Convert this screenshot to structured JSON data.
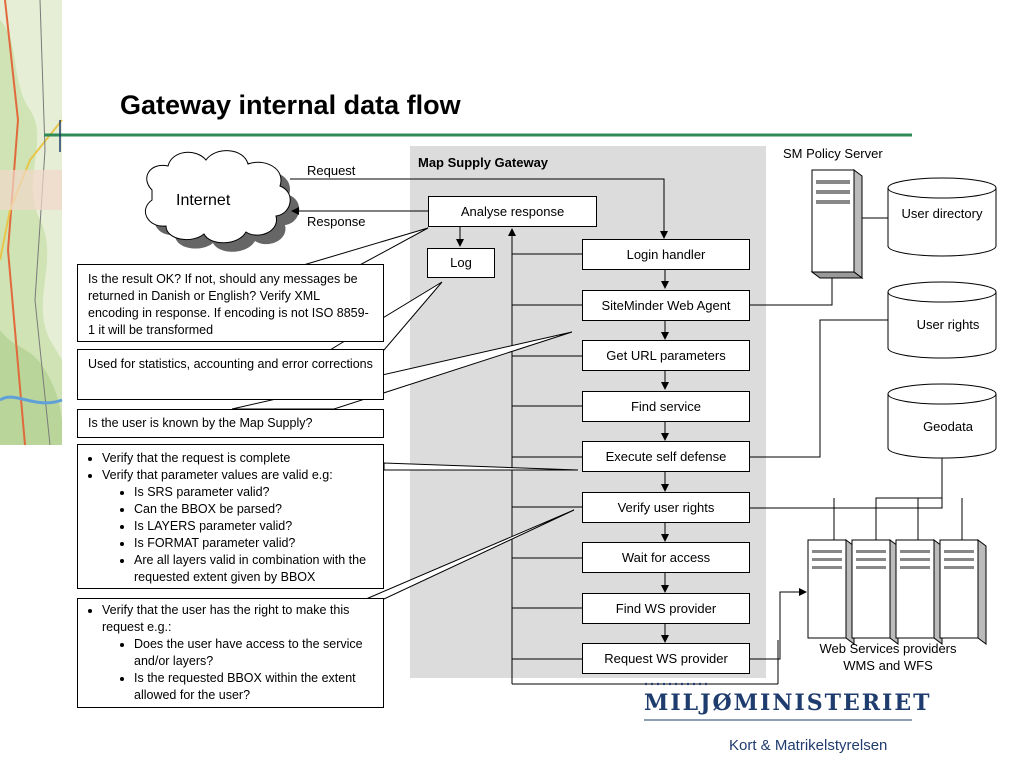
{
  "slide": {
    "title": "Gateway internal data flow"
  },
  "gateway": {
    "label": "Map Supply Gateway",
    "analyse": "Analyse response",
    "log": "Log",
    "steps": [
      "Login handler",
      "SiteMinder Web Agent",
      "Get URL parameters",
      "Find service",
      "Execute self defense",
      "Verify user rights",
      "Wait for access",
      "Find WS provider",
      "Request WS provider"
    ]
  },
  "internet": {
    "label": "Internet",
    "request": "Request",
    "response": "Response"
  },
  "external": {
    "policy_server": "SM Policy Server",
    "user_directory": "User directory",
    "user_rights": "User rights",
    "geodata": "Geodata",
    "ws_providers_line1": "Web Services providers",
    "ws_providers_line2": "WMS and WFS"
  },
  "notes": {
    "result": "Is the result OK? If not, should any messages be returned in Danish or English? Verify XML encoding in response. If encoding is not ISO 8859-1 it will be transformed",
    "log": "Used for statistics, accounting and error corrections",
    "known": "Is the user is known by the Map Supply?",
    "defense_items": [
      "Verify that the request is complete",
      "Verify that parameter values are valid e.g:"
    ],
    "defense_subitems": [
      "Is SRS parameter valid?",
      "Can the BBOX be parsed?",
      "Is LAYERS parameter valid?",
      "Is FORMAT parameter valid?",
      "Are all layers valid in combination with the requested extent given by BBOX"
    ],
    "rights_items": [
      "Verify that the user has the right to make this request e.g.:"
    ],
    "rights_subitems": [
      "Does the user have access to the service and/or layers?",
      "Is the requested BBOX within the extent allowed for the user?"
    ]
  },
  "branding": {
    "ministry": "MILJØMINISTERIET",
    "agency": "Kort & Matrikelstyrelsen"
  },
  "colors": {
    "accent_line": "#2e8b57",
    "gateway_bg": "#dcdcdc",
    "brand": "#1f3c6e"
  }
}
